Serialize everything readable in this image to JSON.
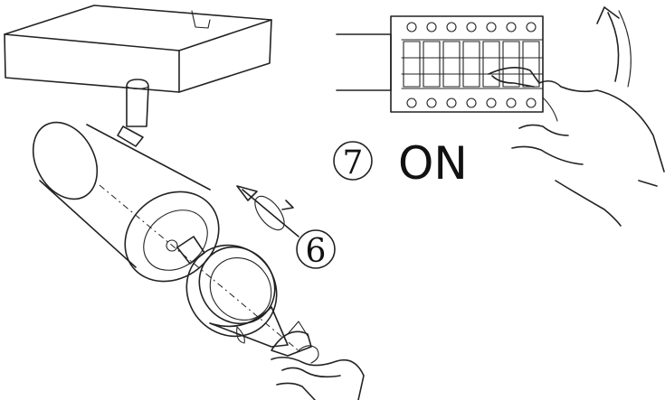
{
  "steps": [
    {
      "number": "6"
    },
    {
      "number": "7",
      "label": "ON"
    }
  ]
}
